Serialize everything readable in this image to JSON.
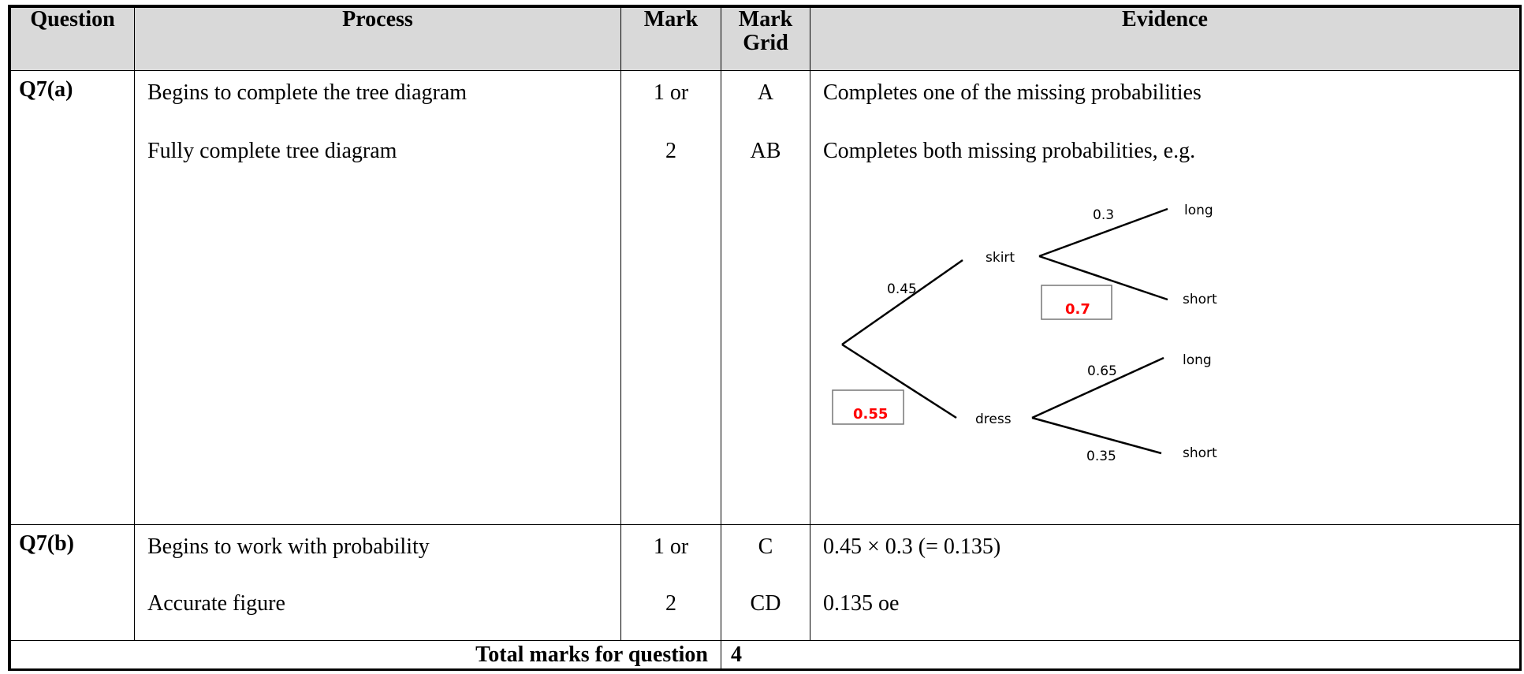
{
  "headers": {
    "question": "Question",
    "process": "Process",
    "mark": "Mark",
    "mark_grid_1": "Mark",
    "mark_grid_2": "Grid",
    "evidence": "Evidence"
  },
  "rows": [
    {
      "question": "Q7(a)",
      "process_1": "Begins to complete the tree diagram",
      "process_2": "Fully complete tree diagram",
      "mark_1": "1 or",
      "mark_2": "2",
      "grid_1": "A",
      "grid_2": "AB",
      "evidence_1": "Completes one of the missing probabilities",
      "evidence_2": "Completes both missing probabilities, e.g."
    },
    {
      "question": "Q7(b)",
      "process_1": "Begins to work with probability",
      "process_2": "Accurate figure",
      "mark_1": "1 or",
      "mark_2": "2",
      "grid_1": "C",
      "grid_2": "CD",
      "evidence_1": "0.45 × 0.3 (= 0.135)",
      "evidence_2": "0.135 oe"
    }
  ],
  "tree": {
    "p_skirt": "0.45",
    "p_dress": "0.55",
    "skirt": "skirt",
    "dress": "dress",
    "p_skirt_long": "0.3",
    "p_skirt_short": "0.7",
    "p_dress_long": "0.65",
    "p_dress_short": "0.35",
    "long": "long",
    "short": "short",
    "highlight_color": "#ff0000"
  },
  "total": {
    "label": "Total marks for question",
    "value": "4"
  }
}
